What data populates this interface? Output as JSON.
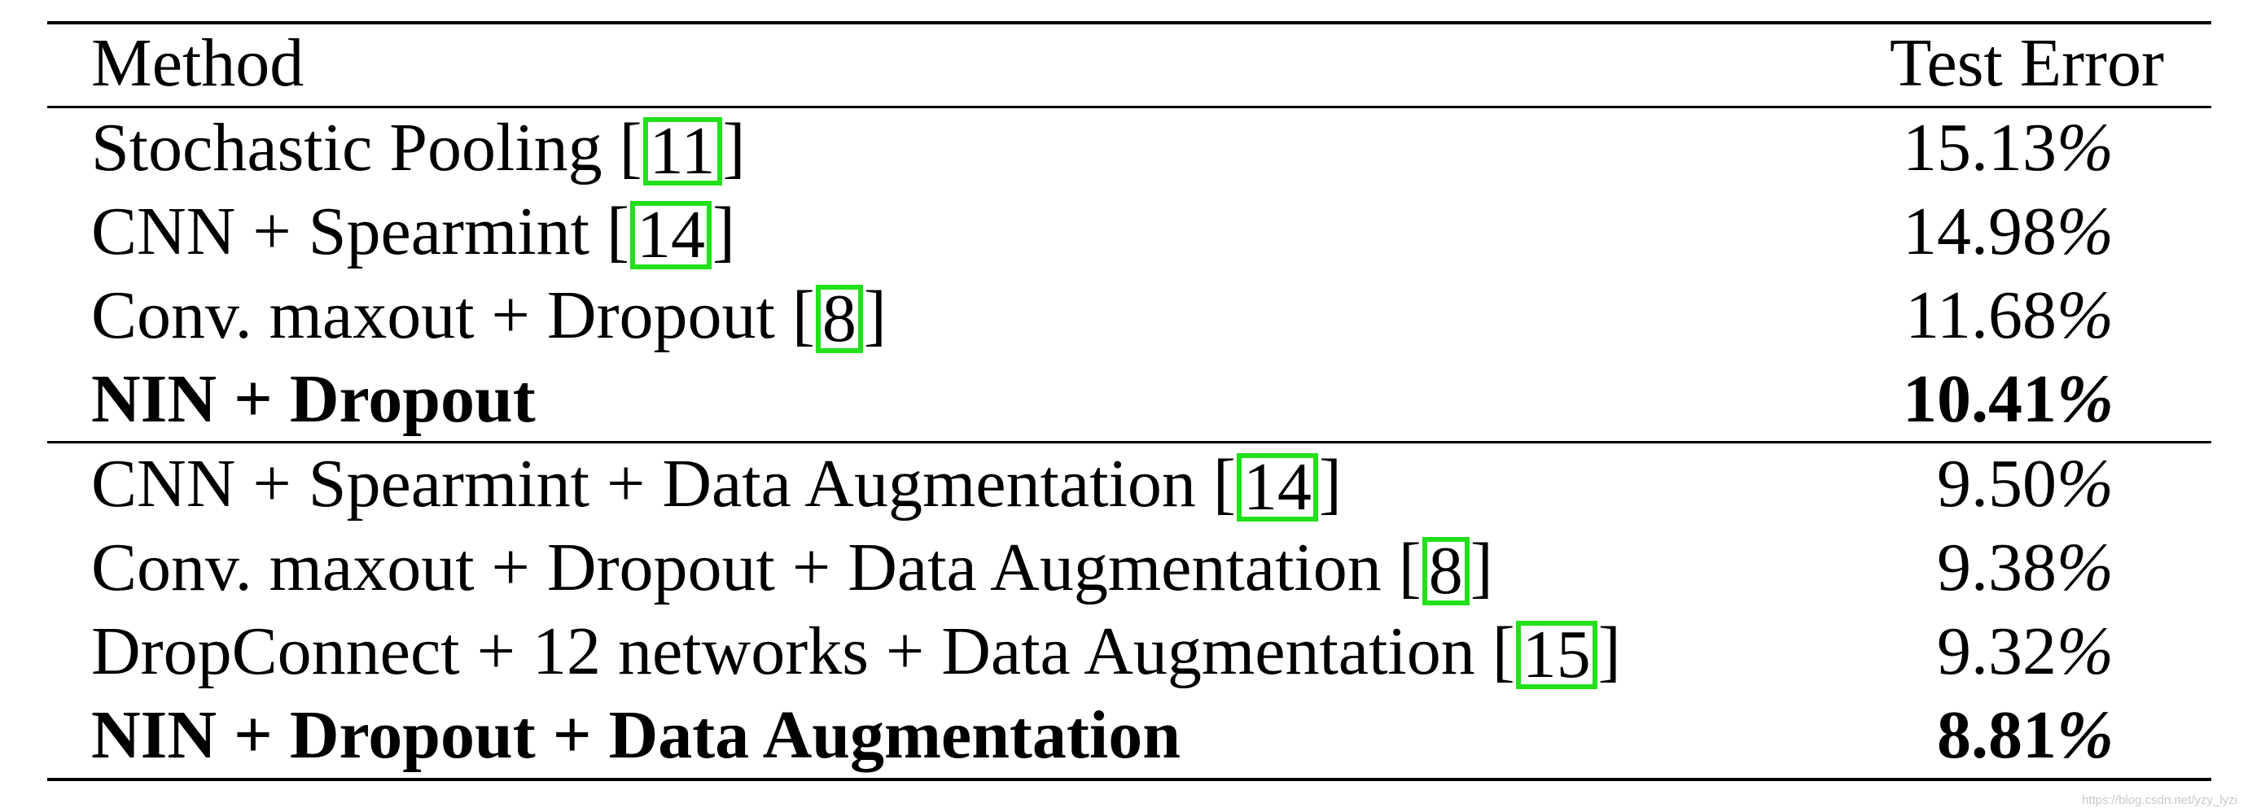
{
  "table": {
    "header": {
      "method": "Method",
      "test_error": "Test Error"
    },
    "group1": [
      {
        "name": "Stochastic Pooling ",
        "open": "[",
        "cite": "11",
        "close": "]",
        "num": "15.13",
        "pct": "%",
        "bold": false
      },
      {
        "name": "CNN + Spearmint ",
        "open": "[",
        "cite": "14",
        "close": "]",
        "num": "14.98",
        "pct": "%",
        "bold": false
      },
      {
        "name": "Conv. maxout + Dropout ",
        "open": "[",
        "cite": "8",
        "close": "]",
        "num": "11.68",
        "pct": "%",
        "bold": false
      },
      {
        "name": "NIN + Dropout",
        "num": "10.41",
        "pct": "%",
        "bold": true
      }
    ],
    "group2": [
      {
        "name": "CNN + Spearmint + Data Augmentation ",
        "open": "[",
        "cite": "14",
        "close": "]",
        "num": "9.50",
        "pct": "%",
        "bold": false
      },
      {
        "name": "Conv. maxout + Dropout + Data Augmentation ",
        "open": "[",
        "cite": "8",
        "close": "]",
        "num": "9.38",
        "pct": "%",
        "bold": false
      },
      {
        "name": "DropConnect + 12 networks + Data Augmentation ",
        "open": "[",
        "cite": "15",
        "close": "]",
        "num": "9.32",
        "pct": "%",
        "bold": false
      },
      {
        "name": "NIN + Dropout + Data Augmentation",
        "num": "8.81",
        "pct": "%",
        "bold": true
      }
    ]
  },
  "watermark": "https://blog.csdn.net/yzy_lyzi",
  "colors": {
    "citation_box": "#22e01a",
    "rule": "#000000",
    "text": "#000000"
  }
}
